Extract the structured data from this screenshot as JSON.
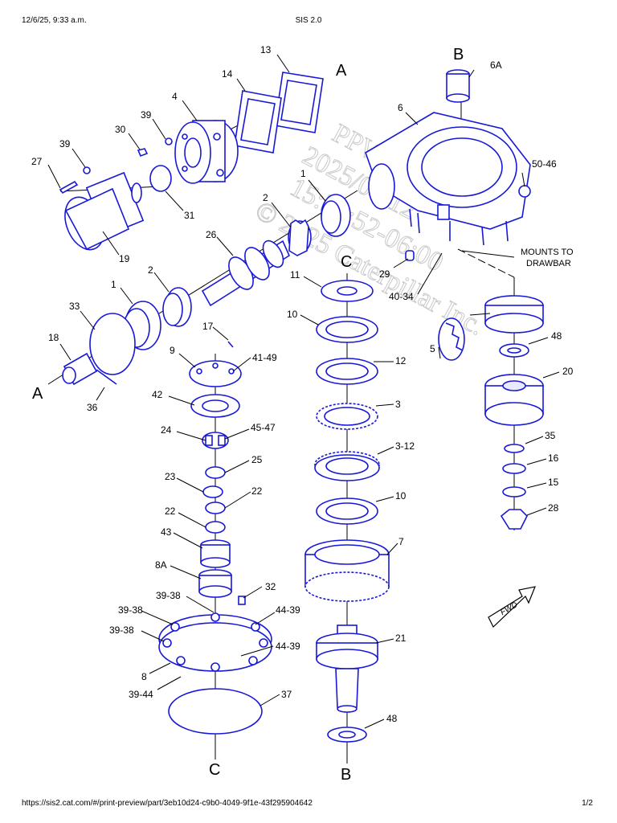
{
  "header": {
    "datetime": "12/6/25, 9:33 a.m.",
    "app_title": "SIS 2.0"
  },
  "footer": {
    "url": "https://sis2.cat.com/#/print-preview/part/3eb10d24-c9b0-4049-9f1e-43f295904642",
    "page": "1/2"
  },
  "watermark": {
    "line1": "PPW-9",
    "line2": "2025/06/12",
    "line3": "15:30:52-06:00",
    "line4": "© 2025 Caterpillar Inc."
  },
  "diagram": {
    "letters": {
      "a": "A",
      "b": "B",
      "c": "C"
    },
    "callouts": {
      "c13": "13",
      "c14": "14",
      "c4": "4",
      "c39a": "39",
      "c30": "30",
      "c39b": "39",
      "c27": "27",
      "c31": "31",
      "c19": "19",
      "c6a": "6A",
      "c6": "6",
      "c50_46": "50-46",
      "c1a": "1",
      "c2a": "2",
      "c26": "26",
      "c29": "29",
      "c40_34": "40-34",
      "c1b": "1",
      "c2b": "2",
      "c33": "33",
      "c18": "18",
      "c36": "36",
      "c17": "17",
      "c9": "9",
      "c41_49": "41-49",
      "c42": "42",
      "c24": "24",
      "c45_47": "45-47",
      "c25": "25",
      "c23": "23",
      "c22a": "22",
      "c22b": "22",
      "c43": "43",
      "c8a": "8A",
      "c39_38a": "39-38",
      "c32": "32",
      "c39_38b": "39-38",
      "c39_38c": "39-38",
      "c44_39a": "44-39",
      "c44_39b": "44-39",
      "c8": "8",
      "c39_44": "39-44",
      "c37": "37",
      "c11": "11",
      "c10a": "10",
      "c12": "12",
      "c3": "3",
      "c3_12": "3-12",
      "c10b": "10",
      "c7": "7",
      "c21": "21",
      "c48a": "48",
      "c48b": "48",
      "c20": "20",
      "c5": "5",
      "c35": "35",
      "c16": "16",
      "c15": "15",
      "c28": "28"
    },
    "mounts_note": {
      "line1": "MOUNTS TO",
      "line2": "DRAWBAR"
    },
    "fwd_arrow": {
      "label": "FWD"
    }
  },
  "colors": {
    "part_stroke": "#1818d8",
    "watermark": "#c9c9c9"
  },
  "icons": {
    "fwd_arrow": "forward-direction-arrow"
  }
}
